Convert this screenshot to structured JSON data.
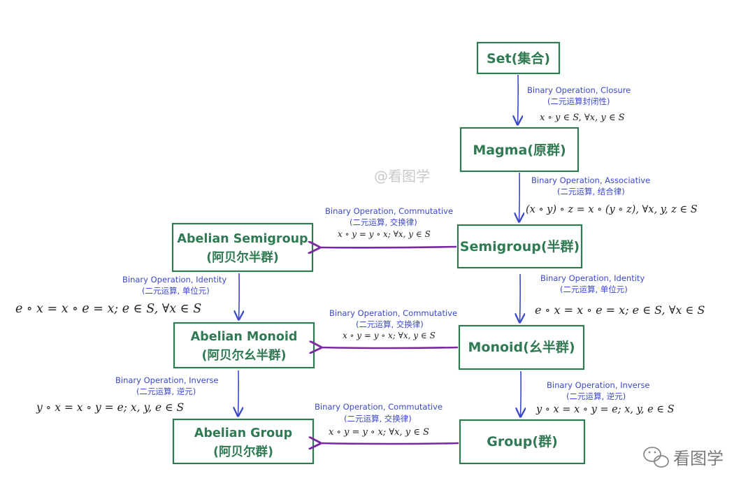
{
  "colors": {
    "node_border": "#2f7a52",
    "node_text": "#2f7a52",
    "inclusion_arrow": "#3b48c8",
    "commutative_arrow": "#7a2aa0",
    "label_text": "#3b48c8"
  },
  "nodes": {
    "set": {
      "line1": "Set(集合)",
      "line2": ""
    },
    "magma": {
      "line1": "Magma(原群)",
      "line2": ""
    },
    "semigroup": {
      "line1": "Semigroup(半群)",
      "line2": ""
    },
    "monoid": {
      "line1": "Monoid(幺半群)",
      "line2": ""
    },
    "group": {
      "line1": "Group(群)",
      "line2": ""
    },
    "abelian_semigroup": {
      "line1": "Abelian Semigroup",
      "line2": "(阿贝尔半群)"
    },
    "abelian_monoid": {
      "line1": "Abelian Monoid",
      "line2": "(阿贝尔幺半群)"
    },
    "abelian_group": {
      "line1": "Abelian Group",
      "line2": "(阿贝尔群)"
    }
  },
  "edges": {
    "set_magma": {
      "en": "Binary Operation, Closure",
      "zh": "(二元运算封闭性)",
      "formula": "x ∘ y ∈ S,  ∀x, y ∈ S"
    },
    "magma_semigroup": {
      "en": "Binary Operation, Associative",
      "zh": "(二元运算, 结合律)",
      "formula": "(x ∘ y) ∘ z = x ∘ (y ∘ z), ∀x, y, z ∈ S"
    },
    "semigroup_abelian": {
      "en": "Binary Operation, Commutative",
      "zh": "(二元运算, 交换律)",
      "formula": "x ∘ y = y ∘ x; ∀x, y ∈ S"
    },
    "semigroup_monoid": {
      "en": "Binary Operation, Identity",
      "zh": "(二元运算, 单位元)",
      "formula": "e ∘ x = x ∘ e = x; e ∈ S, ∀x ∈ S"
    },
    "abelian_semigroup_monoid": {
      "en": "Binary Operation, Identity",
      "zh": "(二元运算, 单位元)",
      "formula": "e ∘ x = x ∘ e = x; e ∈ S, ∀x ∈ S"
    },
    "monoid_abelian": {
      "en": "Binary Operation, Commutative",
      "zh": "(二元运算, 交换律)",
      "formula": "x ∘ y = y ∘ x; ∀x, y ∈ S"
    },
    "monoid_group": {
      "en": "Binary Operation, Inverse",
      "zh": "(二元运算, 逆元)",
      "formula": "y ∘ x = x ∘ y = e; x, y, e ∈ S"
    },
    "abelian_monoid_group": {
      "en": "Binary Operation, Inverse",
      "zh": "(二元运算, 逆元)",
      "formula": "y ∘ x = x ∘ y = e; x, y, e ∈ S"
    },
    "group_abelian": {
      "en": "Binary Operation, Commutative",
      "zh": "(二元运算, 交换律)",
      "formula": "x ∘ y = y ∘ x; ∀x, y ∈ S"
    }
  },
  "watermarks": {
    "center": "@看图学",
    "corner": "看图学"
  }
}
